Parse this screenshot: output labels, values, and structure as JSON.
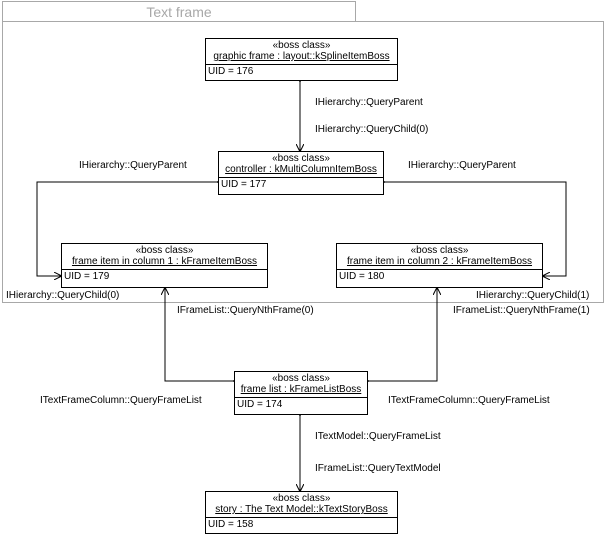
{
  "frame": {
    "title": "Text frame"
  },
  "colors": {
    "frame_border": "#a8a8a8",
    "line": "#000000",
    "box_fill": "#ffffff"
  },
  "boxes": {
    "graphic_frame": {
      "stereotype": "«boss class»",
      "name": "graphic frame : layout::kSplineItemBoss",
      "uid": "UID = 176"
    },
    "controller": {
      "stereotype": "«boss class»",
      "name": "controller : kMultiColumnItemBoss",
      "uid": "UID = 177"
    },
    "frame_item_col1": {
      "stereotype": "«boss class»",
      "name": "frame item in column 1 : kFrameItemBoss",
      "uid": "UID = 179"
    },
    "frame_item_col2": {
      "stereotype": "«boss class»",
      "name": "frame item in column 2 : kFrameItemBoss",
      "uid": "UID = 180"
    },
    "frame_list": {
      "stereotype": "«boss class»",
      "name": "frame list : kFrameListBoss",
      "uid": "UID = 174"
    },
    "story": {
      "stereotype": "«boss class»",
      "name": "story : The Text Model::kTextStoryBoss",
      "uid": "UID = 158"
    }
  },
  "labels": {
    "query_parent_top": "IHierarchy::QueryParent",
    "query_child_top": "IHierarchy::QueryChild(0)",
    "query_parent_left": "IHierarchy::QueryParent",
    "query_parent_right": "IHierarchy::QueryParent",
    "query_child_left": "IHierarchy::QueryChild(0)",
    "query_child_right": "IHierarchy::QueryChild(1)",
    "nth_frame_left": "IFrameList::QueryNthFrame(0)",
    "nth_frame_right": "IFrameList::QueryNthFrame(1)",
    "column_framelist_left": "ITextFrameColumn::QueryFrameList",
    "column_framelist_right": "ITextFrameColumn::QueryFrameList",
    "model_framelist": "ITextModel::QueryFrameList",
    "framelist_textmodel": "IFrameList::QueryTextModel"
  }
}
